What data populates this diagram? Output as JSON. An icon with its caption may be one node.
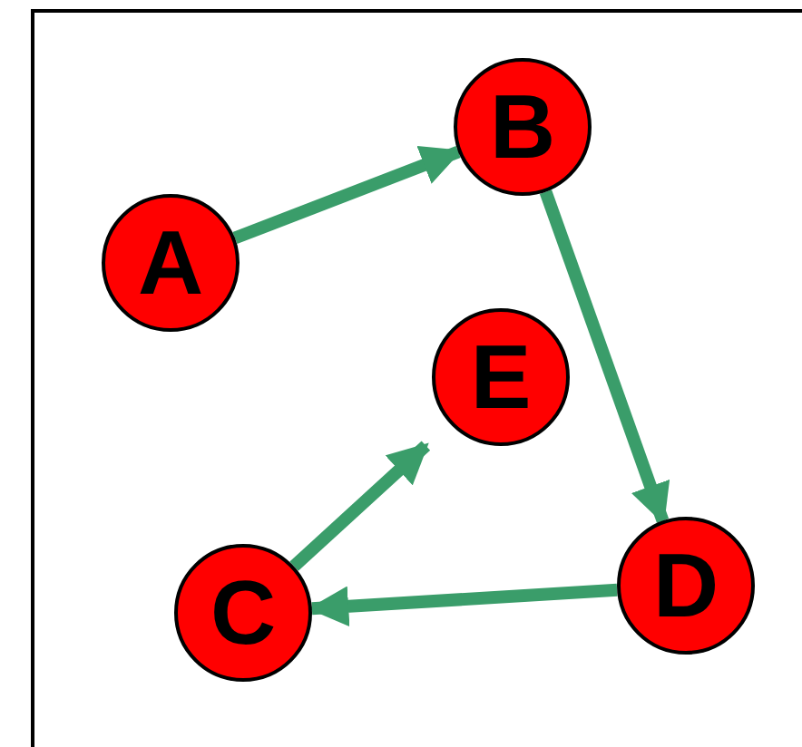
{
  "diagram": {
    "nodes": [
      {
        "text": [
          "A"
        ]
      },
      {
        "text": [
          "B"
        ]
      },
      {
        "text": [
          "E"
        ]
      },
      {
        "text": [
          "C"
        ]
      },
      {
        "text": [
          "D"
        ]
      }
    ],
    "edges": [
      {
        "from": 0,
        "to": 1,
        "arrow": "to"
      },
      {
        "from": 1,
        "to": 4,
        "arrow": "to"
      },
      {
        "from": 4,
        "to": 3,
        "arrow": "to"
      },
      {
        "from": 3,
        "to": 2,
        "arrow": "to"
      }
    ]
  }
}
